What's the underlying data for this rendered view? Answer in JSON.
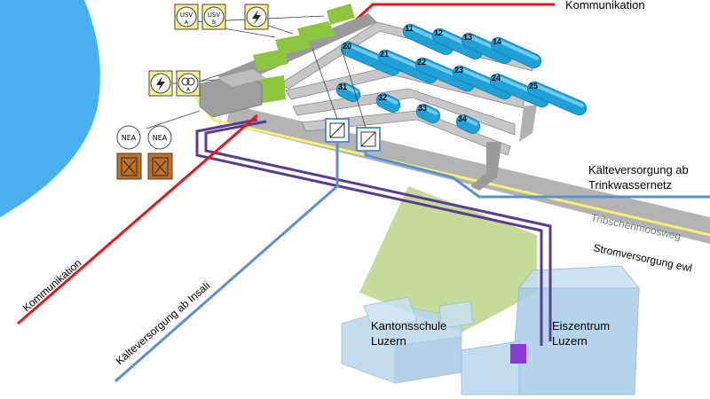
{
  "labels": {
    "kommunikation_top": "Kommunikation",
    "kommunikation_left": "Kommunikation",
    "kaelte_trinkwasser_1": "Kälteversorgung ab",
    "kaelte_trinkwasser_2": "Trinkwassernetz",
    "tribschenmoosweg": "Tribschenmoosweg",
    "stromversorgung": "Stromversorgung ewl",
    "kaelte_insali": "Kälteversorgung ab Insali",
    "kantonsschule_1": "Kantonsschule",
    "kantonsschule_2": "Luzern",
    "eiszentrum_1": "Eiszentrum",
    "eiszentrum_2": "Luzern"
  },
  "icons": {
    "usv": "USV",
    "usv_a": "A",
    "usv_b": "B",
    "nea": "NEA",
    "transformer_a": "A"
  },
  "modules": {
    "row1": [
      "11",
      "12",
      "13",
      "14"
    ],
    "row2": [
      "20",
      "21",
      "22",
      "23",
      "24",
      "25"
    ],
    "row3": [
      "31",
      "32",
      "33",
      "34"
    ]
  },
  "colors": {
    "water": "#4ab0ef",
    "cylinder": "#1fa0d6",
    "green": "#8cc63f",
    "field": "#c5db9a",
    "building": "#a9cde8",
    "communication": "#e8151b",
    "cooling": "#5b8fd0",
    "power": "#f4ef76",
    "purple": "#5b3c8e",
    "icon_bg": "#f6f18c",
    "tank": "#b8712f"
  }
}
